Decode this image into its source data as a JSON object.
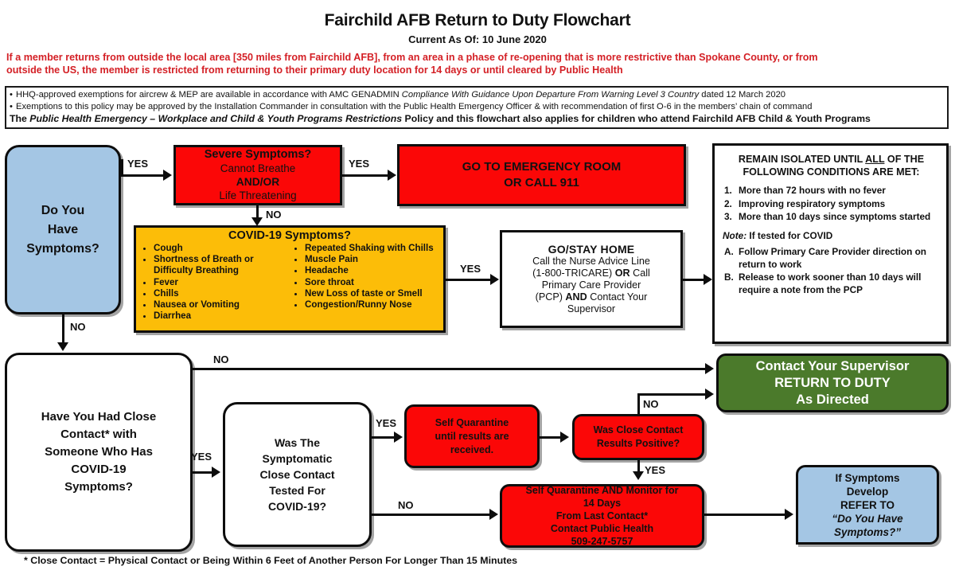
{
  "header": {
    "title": "Fairchild AFB Return to Duty Flowchart",
    "subtitle": "Current As Of: 10 June 2020",
    "warning_line1": "If a member returns from outside the local area [350 miles from Fairchild AFB], from an area in a phase of re-opening that is more restrictive than Spokane County, or from",
    "warning_line2": "outside the US, the member is restricted from returning to their primary duty location for 14 days or until cleared by Public Health",
    "warning_color": "#d42026"
  },
  "notes": {
    "bullet1_pre": "HHQ-approved exemptions for aircrew & MEP are available in accordance with AMC GENADMIN ",
    "bullet1_italic": "Compliance With Guidance Upon Departure From Warning Level 3 Country",
    "bullet1_post": " dated 12 March 2020",
    "bullet2": "Exemptions to this policy may be approved by the Installation Commander in consultation with the Public Health Emergency Officer & with recommendation of first O-6 in the members’ chain of command",
    "policy_pre": "The ",
    "policy_italic": "Public Health Emergency – Workplace and Child & Youth Programs Restrictions",
    "policy_post": " Policy and this flowchart also applies for children who attend Fairchild AFB Child & Youth Programs"
  },
  "nodes": {
    "do_you_have_symptoms": {
      "line1": "Do You",
      "line2": "Have",
      "line3": "Symptoms?",
      "color": "#a4c6e4"
    },
    "severe_symptoms": {
      "line1": "Severe Symptoms?",
      "line2": "Cannot Breathe",
      "line3": "AND/OR",
      "line4": "Life Threatening",
      "color": "#fb0707"
    },
    "emergency_room": {
      "line1": "GO TO EMERGENCY ROOM",
      "line2": "OR CALL 911",
      "color": "#fb0707"
    },
    "covid_symptoms": {
      "title": "COVID-19 Symptoms?",
      "color": "#fcbd08",
      "left_column": [
        "Cough",
        "Shortness of Breath or Difficulty Breathing",
        "Fever",
        "Chills",
        "Nausea or Vomiting",
        "Diarrhea"
      ],
      "right_column": [
        "Repeated Shaking with Chills",
        "Muscle Pain",
        "Headache",
        "Sore throat",
        "New Loss of taste or Smell",
        "Congestion/Runny Nose"
      ]
    },
    "go_stay_home": {
      "heading": "GO/STAY HOME",
      "line1": "Call the Nurse Advice Line",
      "line2_a": "(1-800-TRICARE) ",
      "line2_b": "OR",
      "line2_c": " Call",
      "line3": "Primary Care Provider",
      "line4_a": "(PCP) ",
      "line4_b": "AND",
      "line4_c": " Contact Your",
      "line5": "Supervisor",
      "color": "#ffffff"
    },
    "remain_isolated": {
      "heading_a": "REMAIN ISOLATED UNTIL ",
      "heading_underline": "ALL",
      "heading_b": " OF THE FOLLOWING CONDITIONS ARE MET:",
      "items": [
        {
          "marker": "1.",
          "text": "More than 72 hours with no fever"
        },
        {
          "marker": "2.",
          "text": "Improving respiratory symptoms"
        },
        {
          "marker": "3.",
          "text": "More than 10 days since symptoms started"
        }
      ],
      "note_label": "Note:",
      "note_text": " If tested for COVID",
      "sub_items": [
        {
          "marker": "A.",
          "text": "Follow Primary Care Provider direction on return to work"
        },
        {
          "marker": "B.",
          "text": "Release to work sooner than 10 days will require a note from the PCP"
        }
      ],
      "color": "#ffffff"
    },
    "close_contact_question": {
      "line1": "Have You Had Close",
      "line2": "Contact* with",
      "line3": "Someone Who Has",
      "line4": "COVID-19",
      "line5": "Symptoms?",
      "color": "#ffffff"
    },
    "was_tested": {
      "line1": "Was The",
      "line2": "Symptomatic",
      "line3": "Close Contact",
      "line4": "Tested For",
      "line5": "COVID-19?",
      "color": "#ffffff"
    },
    "self_quarantine_results": {
      "line1": "Self Quarantine",
      "line2": "until results are",
      "line3": "received.",
      "color": "#fb0707"
    },
    "results_positive": {
      "line1": "Was Close Contact",
      "line2": "Results Positive?",
      "color": "#fb0707"
    },
    "quarantine_monitor": {
      "line1": "Self Quarantine AND Monitor for",
      "line2": "14 Days",
      "line3": "From Last Contact*",
      "line4": "Contact Public Health",
      "line5": "509-247-5757",
      "color": "#fb0707"
    },
    "return_to_duty": {
      "line1": "Contact Your Supervisor",
      "line2": "RETURN TO DUTY",
      "line3": "As Directed",
      "color": "#4b7a2b"
    },
    "if_symptoms_develop": {
      "line1": "If Symptoms",
      "line2": "Develop",
      "line3": "REFER TO",
      "line4": "“Do You Have",
      "line5": "Symptoms?”",
      "color": "#a4c6e4"
    }
  },
  "edges": {
    "yes1": "YES",
    "yes2": "YES",
    "no1": "NO",
    "no2": "NO",
    "yes3": "YES",
    "no3": "NO",
    "yes4": "YES",
    "yes5": "YES",
    "no4": "NO",
    "no5": "NO",
    "yes6": "YES"
  },
  "footnote": "* Close Contact = Physical Contact or Being Within 6 Feet of Another Person For Longer Than 15 Minutes"
}
